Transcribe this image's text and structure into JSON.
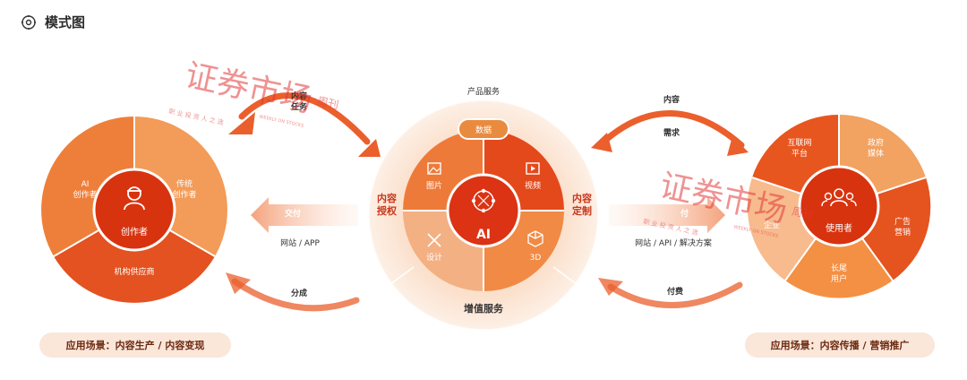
{
  "header": {
    "title": "模式图"
  },
  "left_circle": {
    "center": "创作者",
    "segments": [
      "AI\n创作者",
      "传统\n创作者",
      "机构供应商"
    ]
  },
  "left_flows": {
    "top": "内容\n任务",
    "middle": "交付",
    "middle_sub": "网站 / APP",
    "bottom": "分成"
  },
  "center_circle": {
    "top_label": "产品服务",
    "bottom_label": "增值服务",
    "left_label": "内容\n授权",
    "right_label": "内容\n定制",
    "badge": "数据",
    "core": "AI",
    "items": {
      "image": "图片",
      "video": "视频",
      "design": "设计",
      "three_d": "3D"
    }
  },
  "right_flows": {
    "top": "内容",
    "top2": "需求",
    "middle": "付",
    "middle_sub": "网站 / API / 解决方案",
    "bottom": "付费"
  },
  "right_circle": {
    "center": "使用者",
    "segments": [
      "互联网\n平台",
      "政府\n媒体",
      "广告\n营销",
      "长尾\n用户",
      "企业"
    ]
  },
  "pills": {
    "left": "应用场景：内容生产 / 内容变现",
    "right": "应用场景：内容传播 / 营销推广"
  },
  "watermark": {
    "main": "证券市场",
    "small": "周刊",
    "sub": "WEEKLY ON STOCKS",
    "motto": "职 业 投 资 人 之 选"
  },
  "colors": {
    "accent": "#e8541e",
    "deep": "#d63a10",
    "light_orange": "#f29a57",
    "pale": "#f6c7a1",
    "core_red": "#db3314",
    "pink_bg": "#fbe6da",
    "watermark": "#e23a3a"
  },
  "icons": [
    "lightbulb-gear-icon",
    "person-icon",
    "users-icon",
    "network-icon",
    "image-icon",
    "video-icon",
    "design-tools-icon",
    "cube-3d-icon"
  ]
}
